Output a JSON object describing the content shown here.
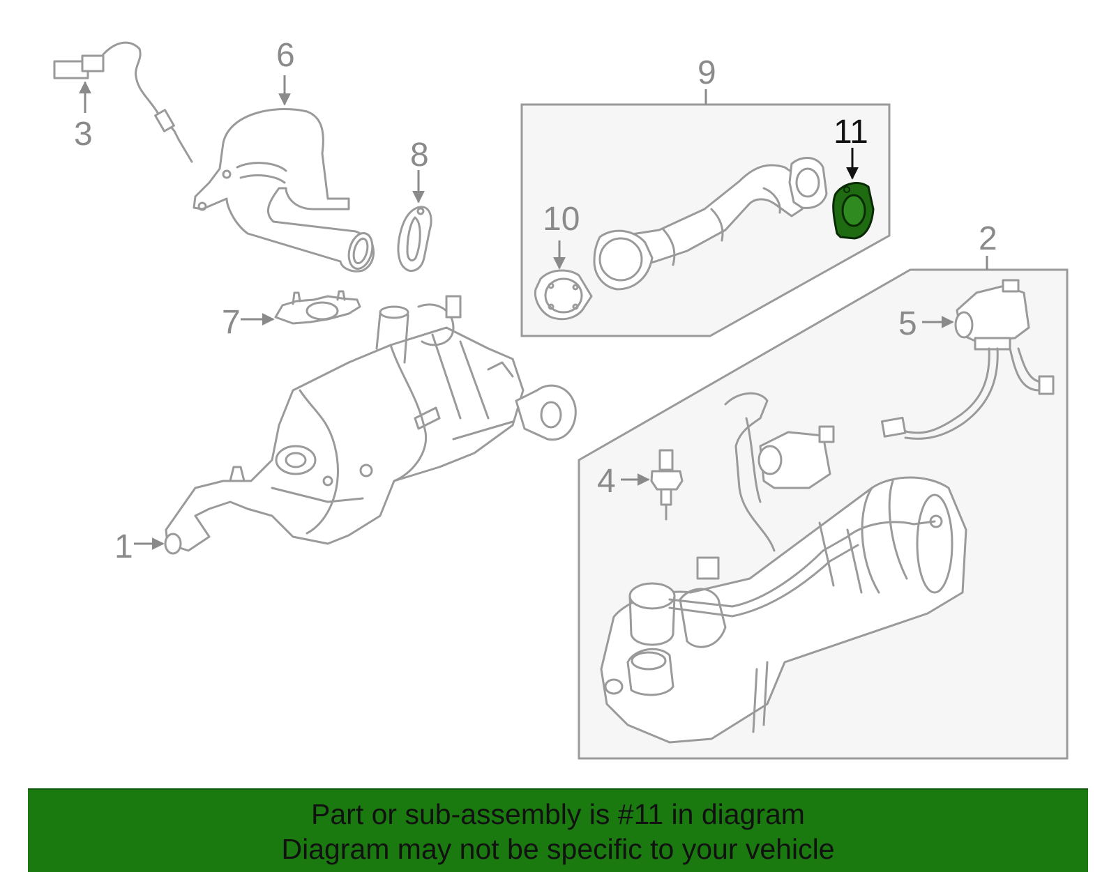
{
  "callouts": {
    "c1": "1",
    "c2": "2",
    "c3": "3",
    "c4": "4",
    "c5": "5",
    "c6": "6",
    "c7": "7",
    "c8": "8",
    "c9": "9",
    "c10": "10",
    "c11": "11"
  },
  "highlight": {
    "part_number": "11",
    "color": "#1f6b12"
  },
  "banner": {
    "line1": "Part or sub-assembly is #11 in diagram",
    "line2": "Diagram may not be specific to your vehicle",
    "color": "#1a7a10"
  }
}
